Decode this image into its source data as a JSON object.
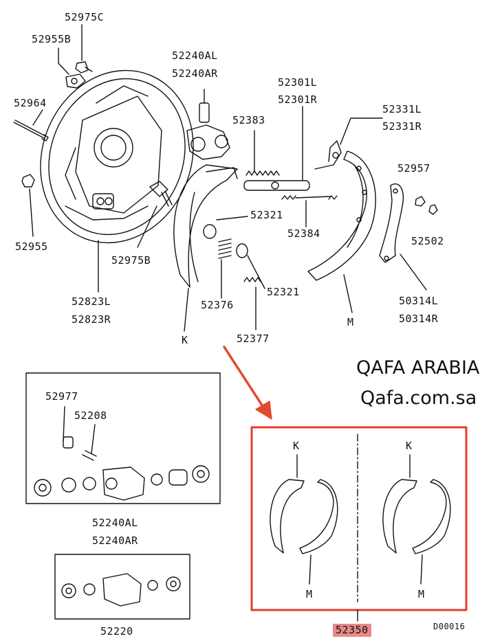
{
  "labels": {
    "p52975C": "52975C",
    "p52955B": "52955B",
    "p52964": "52964",
    "p52955": "52955",
    "p52975B": "52975B",
    "p52823L": "52823L",
    "p52823R": "52823R",
    "p52240AL": "52240AL",
    "p52240AR": "52240AR",
    "p52383": "52383",
    "p52301L": "52301L",
    "p52301R": "52301R",
    "p52331L": "52331L",
    "p52331R": "52331R",
    "p52957": "52957",
    "p52502": "52502",
    "p52321a": "52321",
    "p52384": "52384",
    "p52376": "52376",
    "p52321b": "52321",
    "p52377": "52377",
    "p50314L": "50314L",
    "p50314R": "50314R",
    "pK": "K",
    "pM": "M",
    "b1_52977": "52977",
    "b1_52208": "52208",
    "b1_52240AL": "52240AL",
    "b1_52240AR": "52240AR",
    "b2_52220": "52220",
    "set_K1": "K",
    "set_M1": "M",
    "set_K2": "K",
    "set_M2": "M",
    "kit_number": "52350",
    "diagram_code": "D00016"
  },
  "watermark": {
    "line1": "QAFA ARABIA",
    "line2": "Qafa.com.sa"
  },
  "colors": {
    "highlight_box": "#e43b2a",
    "arrow": "#e04a2f",
    "kit_number_bg": "#e8898a",
    "line": "#111111"
  }
}
